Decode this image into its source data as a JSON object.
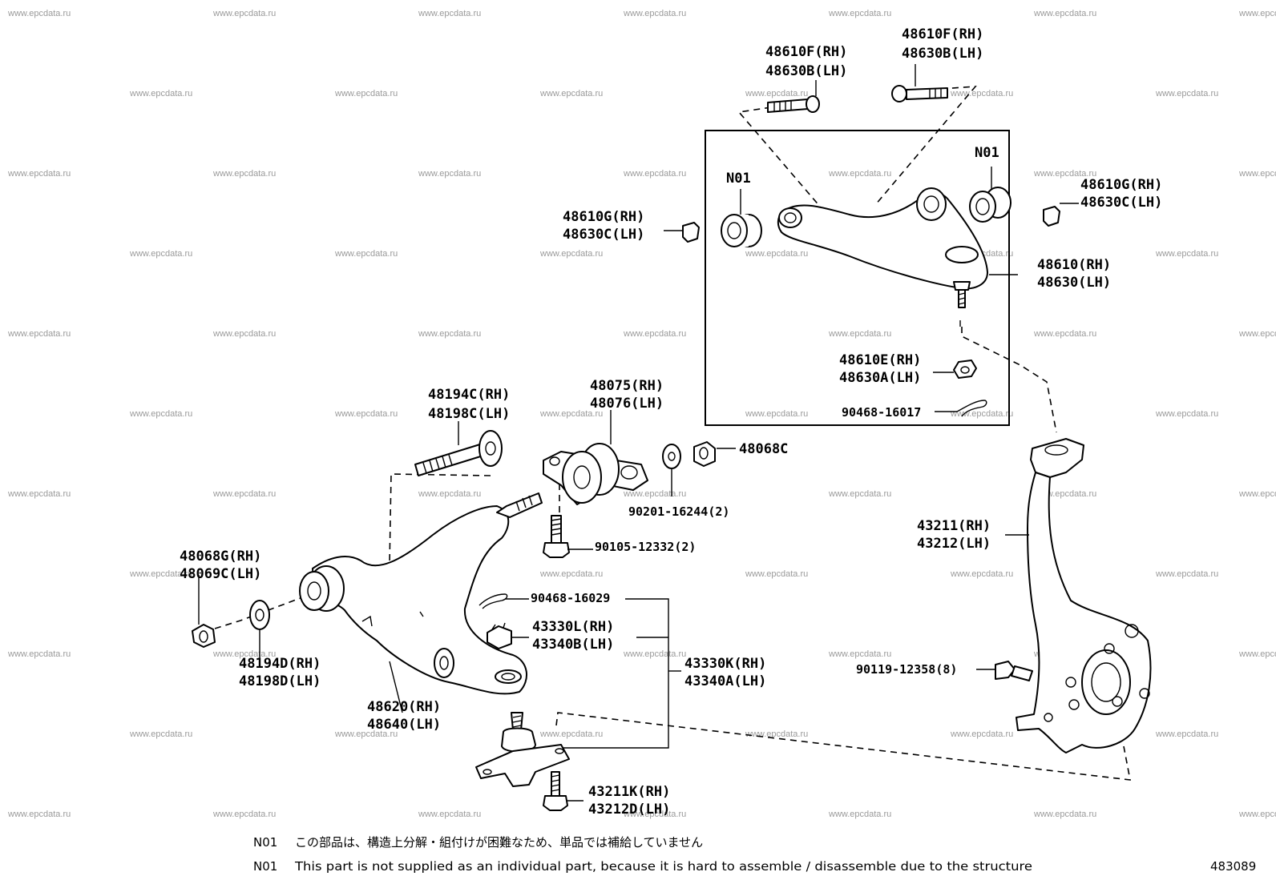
{
  "watermark_text": "www.epcdata.ru",
  "drawing_number": "483089",
  "labels": {
    "upper_bolt_left": [
      "48610F(RH)",
      "48630B(LH)"
    ],
    "upper_bolt_right": [
      "48610F(RH)",
      "48630B(LH)"
    ],
    "nut_right": [
      "48610G(RH)",
      "48630C(LH)"
    ],
    "nut_left": [
      "48610G(RH)",
      "48630C(LH)"
    ],
    "n01_left": "N01",
    "n01_right": "N01",
    "upper_arm": [
      "48610(RH)",
      "48630(LH)"
    ],
    "castle_nut": [
      "48610E(RH)",
      "48630A(LH)"
    ],
    "cotter_upper": "90468-16017",
    "cam_bolt": [
      "48194C(RH)",
      "48198C(LH)"
    ],
    "bushing": [
      "48075(RH)",
      "48076(LH)"
    ],
    "washer_90201": "90201-16244(2)",
    "nut_48068c": "48068C",
    "bolt_90105": "90105-12332(2)",
    "nut_48068g": [
      "48068G(RH)",
      "48069C(LH)"
    ],
    "cam_washer": [
      "48194D(RH)",
      "48198D(LH)"
    ],
    "cotter_lower": "90468-16029",
    "lower_nut": [
      "43330L(RH)",
      "43340B(LH)"
    ],
    "ball_joint": [
      "43330K(RH)",
      "43340A(LH)"
    ],
    "lower_arm": [
      "48620(RH)",
      "48640(LH)"
    ],
    "knuckle": [
      "43211(RH)",
      "43212(LH)"
    ],
    "knuckle_bolt": "90119-12358(8)",
    "bj_bolt": [
      "43211K(RH)",
      "43212D(LH)"
    ]
  },
  "notes": [
    {
      "code": "N01",
      "text": "この部品は、構造上分解・組付けが困難なため、単品では補給していません"
    },
    {
      "code": "N01",
      "text": "This part is not supplied as an individual part, because it is hard to assemble / disassemble due to the structure"
    }
  ]
}
